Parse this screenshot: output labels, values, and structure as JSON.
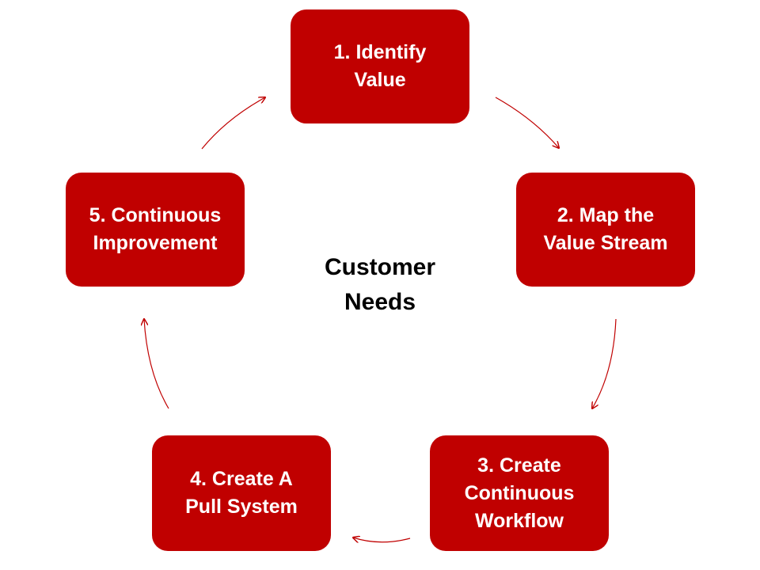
{
  "colors": {
    "box_fill": "#c00000",
    "box_text": "#ffffff",
    "arrow": "#c00000",
    "center_text": "#000000"
  },
  "steps": [
    {
      "line1": "1. Identify",
      "line2": "Value",
      "line3": ""
    },
    {
      "line1": "2. Map the",
      "line2": "Value Stream",
      "line3": ""
    },
    {
      "line1": "3. Create",
      "line2": "Continuous",
      "line3": "Workflow"
    },
    {
      "line1": "4. Create A",
      "line2": "Pull System",
      "line3": ""
    },
    {
      "line1": "5. Continuous",
      "line2": "Improvement",
      "line3": ""
    }
  ],
  "center": {
    "line1": "Customer",
    "line2": "Needs"
  }
}
